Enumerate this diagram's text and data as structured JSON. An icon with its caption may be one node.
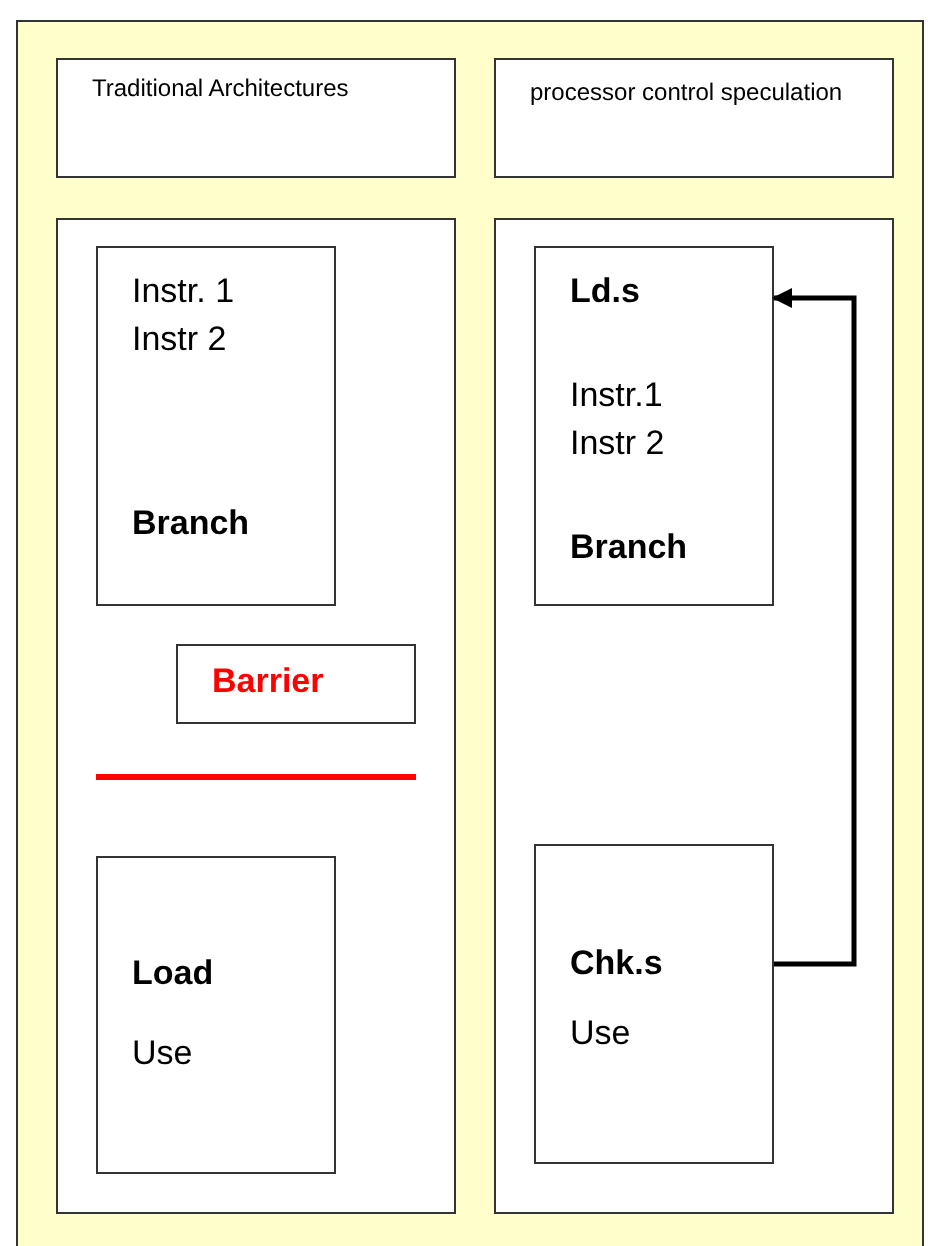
{
  "diagram": {
    "nodes": [
      {
        "text": [
          "Traditional Architectures"
        ]
      },
      {
        "text": [
          "processor control speculation"
        ]
      },
      {
        "text": [],
        "shape": "box"
      },
      {
        "text": [
          "Instr. 1",
          "Instr 2",
          "Branch"
        ],
        "in": 2
      },
      {
        "text": [
          "Barrier"
        ],
        "in": 2
      },
      {
        "text": [
          "Load",
          "Use"
        ],
        "in": 2
      },
      {
        "text": [],
        "shape": "box"
      },
      {
        "text": [
          "Ld.s",
          "Instr.1",
          "Instr 2",
          "Branch"
        ],
        "in": 6
      },
      {
        "text": [
          "Chk.s",
          "Use"
        ],
        "in": 6
      }
    ],
    "edges": [
      {
        "from": 8,
        "to": 7,
        "arrow": "to"
      }
    ]
  }
}
